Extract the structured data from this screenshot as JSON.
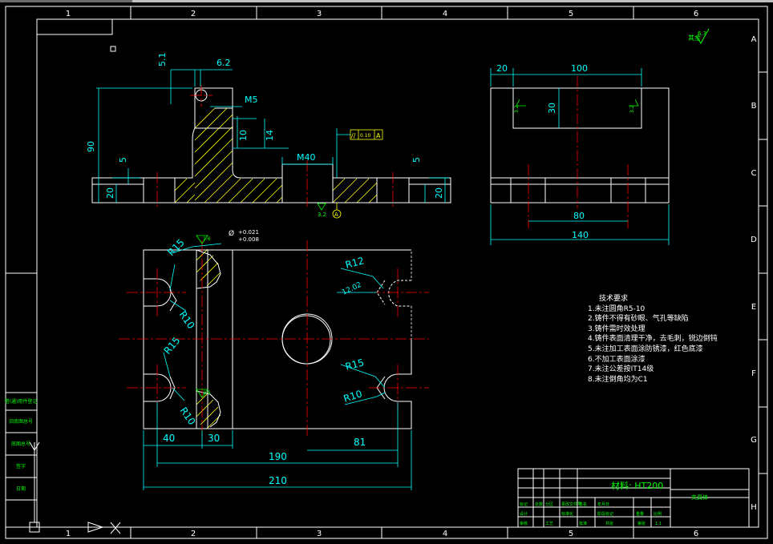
{
  "colors": {
    "background": "#000000",
    "frame": "#ffffff",
    "dimension": "#00ffff",
    "centerline": "#ff0000",
    "hatch": "#ffff00",
    "green_text": "#00ff00",
    "dashed": "#ffffff"
  },
  "border": {
    "columns": [
      "1",
      "2",
      "3",
      "4",
      "5",
      "6"
    ],
    "rows": [
      "A",
      "B",
      "C",
      "D",
      "E",
      "F",
      "G",
      "H"
    ]
  },
  "front_view": {
    "dims": {
      "d_5_1": "5.1",
      "d_6_2": "6.2",
      "d_m5": "M5",
      "d_10": "10",
      "d_14": "14",
      "d_90": "90",
      "d_5_left": "5",
      "d_20_left": "20",
      "d_m40": "M40",
      "d_5_right": "5",
      "d_20_right": "20"
    },
    "tolerance_frame": {
      "symbol": "//",
      "value": "0.10",
      "datum": "A"
    },
    "roughness": "3.2",
    "datum_label": "A"
  },
  "side_view": {
    "dims": {
      "d_20": "20",
      "d_100": "100",
      "d_30": "30",
      "d_80": "80",
      "d_140": "140"
    },
    "roughness_left": "3.2",
    "roughness_right": "3.2"
  },
  "top_view": {
    "dims": {
      "r15_tl": "R15",
      "r10_tl": "R10",
      "r15_bl": "R15",
      "r10_bl": "R10",
      "r12_tr": "R12",
      "r12_tr2": "12.02",
      "r15_br": "R15",
      "r10_br": "R10",
      "d_40": "40",
      "d_30": "30",
      "d_190": "190",
      "d_81": "81",
      "d_210": "210"
    },
    "fit_tolerance": {
      "upper": "+0.021",
      "lower": "+0.008"
    },
    "roughness_left_top": "1.6",
    "roughness_left_bottom": "1.6"
  },
  "corner_mark": {
    "label": "其余",
    "value": "6.3"
  },
  "tech_notes": {
    "title": "技术要求",
    "items": [
      "1.未注圆角R5-10",
      "2.铸件不得有砂眼、气孔等缺陷",
      "3.铸件需时效处理",
      "4.铸件表面清理干净，去毛刺，锐边倒钝",
      "5.未注加工表面涂防锈漆，红色底漆",
      "6.不加工表面涂漆",
      "7.未注公差按IT14级",
      "8.未注倒角均为C1"
    ]
  },
  "left_strip": {
    "labels": [
      "借(通)用件登记",
      "旧底图总号",
      "底图总号",
      "签字",
      "日期"
    ]
  },
  "title_block": {
    "material": "材料: HT200",
    "part_name": "夹具体",
    "cells": [
      "标记",
      "处数",
      "分区",
      "更改文件号",
      "签名",
      "年月日",
      "设计",
      "标准化",
      "阶段标记",
      "重量",
      "比例",
      "审核",
      "工艺",
      "批准",
      "共张",
      "第张",
      "1:1"
    ]
  }
}
